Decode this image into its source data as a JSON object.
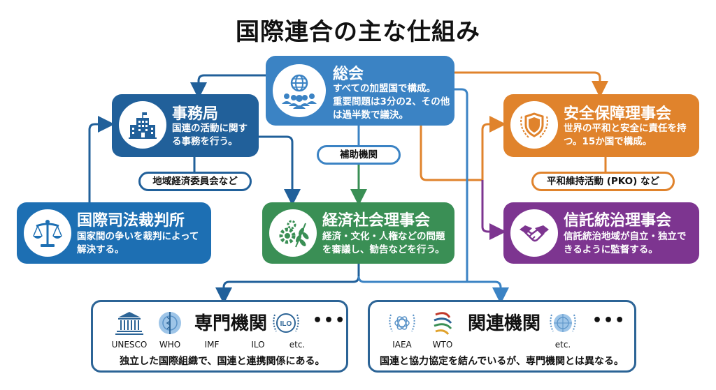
{
  "title": "国際連合の主な仕組み",
  "colors": {
    "general_assembly": "#3b83c4",
    "secretariat": "#21609a",
    "icj": "#1d6fb3",
    "ecosoc": "#3a8f55",
    "security_council": "#e0832c",
    "trusteeship": "#7d3590",
    "org_border": "#2c6496"
  },
  "nodes": {
    "general_assembly": {
      "title": "総会",
      "desc1": "すべての加盟国で構成。",
      "desc2": "重要問題は3分の2、その他",
      "desc3": "は過半数で議決。",
      "icon": "globe-people-icon"
    },
    "secretariat": {
      "title": "事務局",
      "desc1": "国連の活動に関す",
      "desc2": "る事務を行う。",
      "icon": "building-icon"
    },
    "icj": {
      "title": "国際司法裁判所",
      "desc1": "国家間の争いを裁判によって",
      "desc2": "解決する。",
      "icon": "scales-icon"
    },
    "ecosoc": {
      "title": "経済社会理事会",
      "desc1": "経済・文化・人権などの問題",
      "desc2": "を審議し、勧告などを行う。",
      "icon": "gears-leaf-icon"
    },
    "security_council": {
      "title": "安全保障理事会",
      "desc1": "世界の平和と安全に責任を持",
      "desc2": "つ。15か国で構成。",
      "icon": "shield-laurel-icon"
    },
    "trusteeship": {
      "title": "信託統治理事会",
      "desc1": "信託統治地域が自立・独立で",
      "desc2": "きるように監督する。",
      "icon": "handshake-icon"
    }
  },
  "pills": {
    "subsidiary": "補助機関",
    "regional": "地域経済委員会など",
    "pko": "平和維持活動 (PKO) など"
  },
  "specialized": {
    "title": "専門機関",
    "labels": [
      "UNESCO",
      "WHO",
      "IMF",
      "ILO",
      "etc."
    ],
    "dots": "•••",
    "desc": "独立した国際組織で、国連と連携関係にある。"
  },
  "related": {
    "title": "関連機関",
    "labels": [
      "IAEA",
      "WTO",
      "etc."
    ],
    "dots": "•••",
    "desc": "国連と協力協定を結んでいるが、専門機関とは異なる。"
  }
}
